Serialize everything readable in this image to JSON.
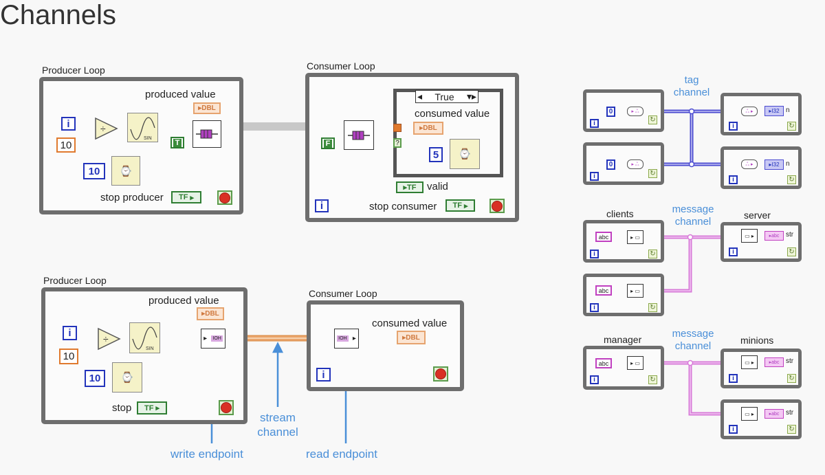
{
  "title": "Channels",
  "top_example": {
    "producer": {
      "loop_label": "Producer Loop",
      "indicator_label": "produced value",
      "iter_symbol": "i",
      "divisor": "10",
      "wait_ms": "10",
      "sine_label": "SIN",
      "bool_const": "T",
      "dbl_type": "DBL",
      "stop_label": "stop producer",
      "tf_label": "TF"
    },
    "consumer": {
      "loop_label": "Consumer Loop",
      "case_selector": "True",
      "indicator_label": "consumed value",
      "bool_const": "F",
      "wait_ms": "5",
      "dbl_type": "DBL",
      "valid_label": "valid",
      "stop_label": "stop consumer",
      "tf_label": "TF",
      "iter_symbol": "i",
      "case_terminal": "?"
    }
  },
  "bottom_example": {
    "producer": {
      "loop_label": "Producer Loop",
      "indicator_label": "produced value",
      "iter_symbol": "i",
      "divisor": "10",
      "wait_ms": "10",
      "sine_label": "SIN",
      "dbl_type": "DBL",
      "stop_label": "stop",
      "tf_label": "TF"
    },
    "consumer": {
      "loop_label": "Consumer Loop",
      "indicator_label": "consumed value",
      "dbl_type": "DBL",
      "iter_symbol": "i"
    },
    "annotations": {
      "stream_channel": "stream\nchannel",
      "write_endpoint": "write endpoint",
      "read_endpoint": "read endpoint"
    },
    "colors": {
      "annotation": "#4a8fd8",
      "stream_wire": "#e8a160"
    }
  },
  "tag_channel": {
    "label_line1": "tag",
    "label_line2": "channel",
    "writer_const": "0",
    "reader_type": "I32",
    "reader_label": "n",
    "iter_symbol": "i",
    "wire_color": "#4a4ad0"
  },
  "message_channel_1": {
    "label_line1": "message",
    "label_line2": "channel",
    "left_label": "clients",
    "right_label": "server",
    "const": "abc",
    "reader_type": "abc",
    "reader_label": "str",
    "iter_symbol": "i",
    "wire_color": "#d77ad8"
  },
  "message_channel_2": {
    "label_line1": "message",
    "label_line2": "channel",
    "left_label": "manager",
    "right_label": "minions",
    "const": "abc",
    "reader_type": "abc",
    "reader_label": "str",
    "iter_symbol": "i",
    "wire_color": "#d77ad8"
  }
}
